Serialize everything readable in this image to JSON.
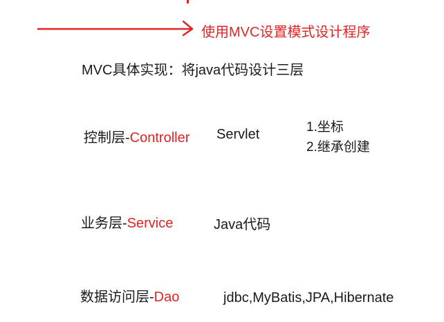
{
  "header": {
    "label": "使用MVC设置模式设计程序"
  },
  "intro": {
    "text": "MVC具体实现：将java代码设计三层"
  },
  "layers": [
    {
      "prefix": "控制层-",
      "name": "Controller",
      "tech": "Servlet",
      "steps": [
        "1.坐标",
        "2.继承创建"
      ]
    },
    {
      "prefix": "业务层-",
      "name": "Service",
      "tech": "Java代码"
    },
    {
      "prefix": "数据访问层-",
      "name": "Dao",
      "tech": "jdbc,MyBatis,JPA,Hibernate"
    }
  ],
  "colors": {
    "accent": "#e02424",
    "text": "#1a1a1a",
    "background": "#ffffff"
  }
}
